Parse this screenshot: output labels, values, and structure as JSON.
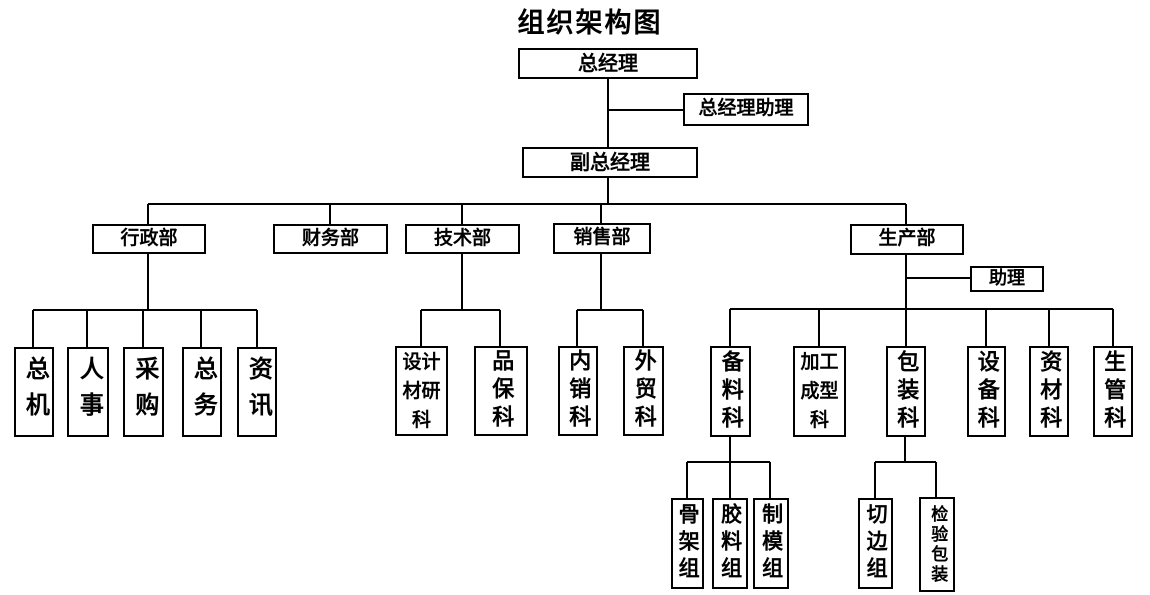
{
  "title": "组织架构图",
  "colors": {
    "line": "#000000",
    "background": "#ffffff",
    "text": "#000000"
  },
  "nodes": {
    "gm": "总经理",
    "gm_assistant": "总经理助理",
    "deputy_gm": "副总经理",
    "admin_dept": "行政部",
    "finance_dept": "财务部",
    "tech_dept": "技术部",
    "sales_dept": "销售部",
    "production_dept": "生产部",
    "assistant": "助理",
    "switchboard": "总机",
    "hr": "人事",
    "purchasing": "采购",
    "general_affairs": "总务",
    "it": "资讯",
    "design_research": "设计材研科",
    "qa": "品保科",
    "domestic_sales": "内销科",
    "foreign_trade": "外贸科",
    "material_prep": "备料科",
    "molding": "加工成型科",
    "packaging": "包装科",
    "equipment": "设备科",
    "materials": "资材科",
    "production_control": "生管科",
    "skeleton_group": "骨架组",
    "rubber_group": "胶料组",
    "mold_group": "制模组",
    "trimming_group": "切边组",
    "inspection_packing": "检验包装"
  },
  "edges": [
    [
      "总经理",
      "总经理助理"
    ],
    [
      "总经理",
      "副总经理"
    ],
    [
      "副总经理",
      "行政部"
    ],
    [
      "副总经理",
      "财务部"
    ],
    [
      "副总经理",
      "技术部"
    ],
    [
      "副总经理",
      "销售部"
    ],
    [
      "副总经理",
      "生产部"
    ],
    [
      "生产部",
      "助理"
    ],
    [
      "行政部",
      "总机"
    ],
    [
      "行政部",
      "人事"
    ],
    [
      "行政部",
      "采购"
    ],
    [
      "行政部",
      "总务"
    ],
    [
      "行政部",
      "资讯"
    ],
    [
      "技术部",
      "设计材研科"
    ],
    [
      "技术部",
      "品保科"
    ],
    [
      "销售部",
      "内销科"
    ],
    [
      "销售部",
      "外贸科"
    ],
    [
      "生产部",
      "备料科"
    ],
    [
      "生产部",
      "加工成型科"
    ],
    [
      "生产部",
      "包装科"
    ],
    [
      "生产部",
      "设备科"
    ],
    [
      "生产部",
      "资材科"
    ],
    [
      "生产部",
      "生管科"
    ],
    [
      "备料科",
      "骨架组"
    ],
    [
      "备料科",
      "胶料组"
    ],
    [
      "备料科",
      "制模组"
    ],
    [
      "包装科",
      "切边组"
    ],
    [
      "包装科",
      "检验包装"
    ]
  ]
}
